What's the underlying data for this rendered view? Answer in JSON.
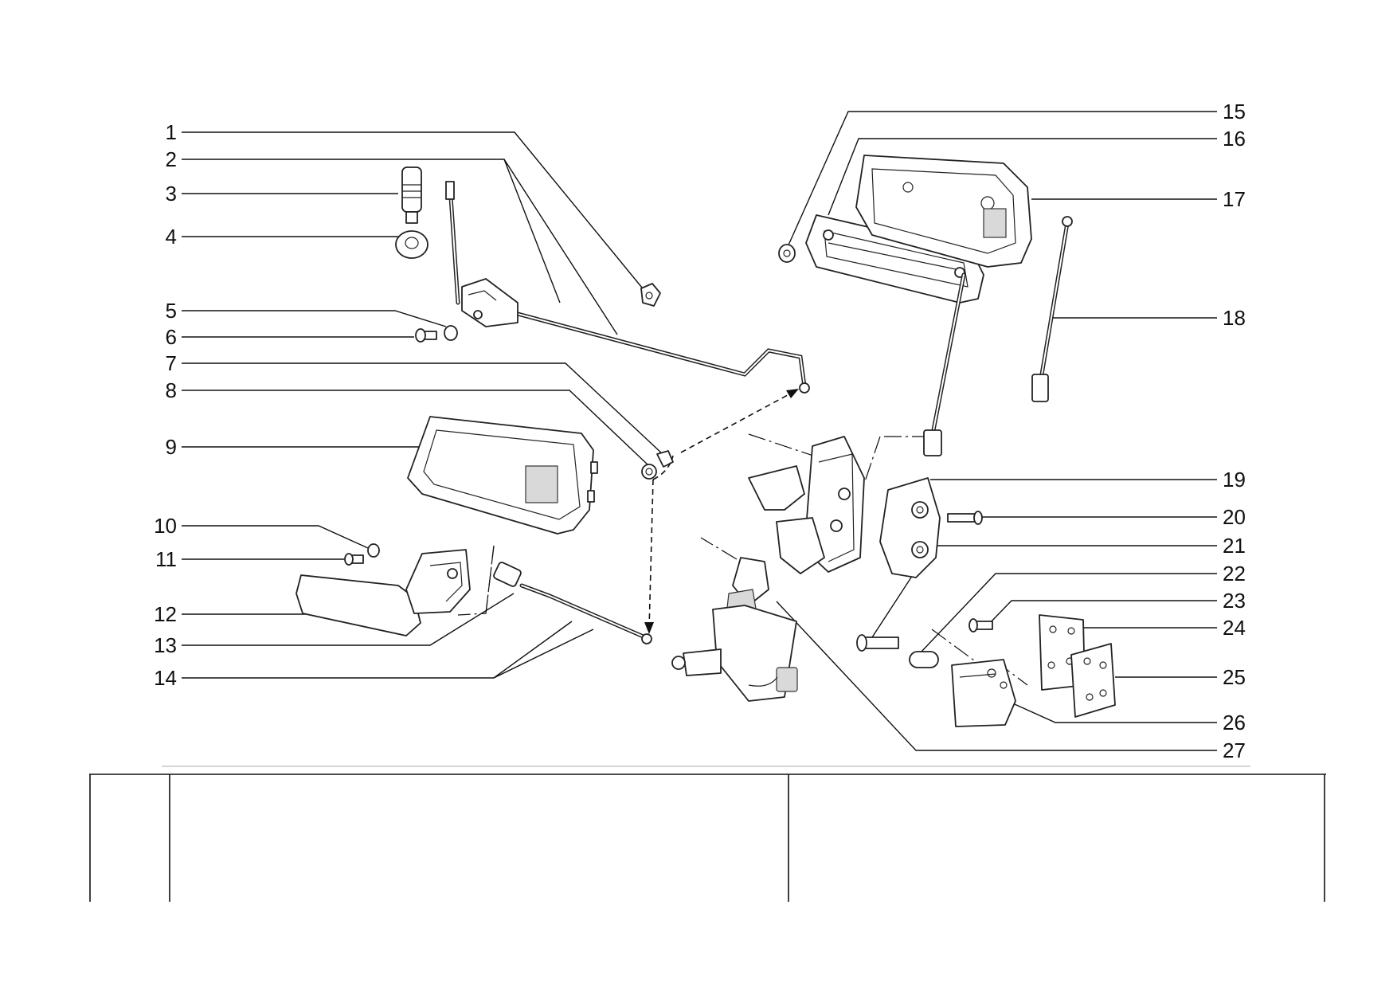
{
  "callouts": [
    {
      "id": "c1",
      "label": "1"
    },
    {
      "id": "c2",
      "label": "2"
    },
    {
      "id": "c3",
      "label": "3"
    },
    {
      "id": "c4",
      "label": "4"
    },
    {
      "id": "c5",
      "label": "5"
    },
    {
      "id": "c6",
      "label": "6"
    },
    {
      "id": "c7",
      "label": "7"
    },
    {
      "id": "c8",
      "label": "8"
    },
    {
      "id": "c9",
      "label": "9"
    },
    {
      "id": "c10",
      "label": "10"
    },
    {
      "id": "c11",
      "label": "11"
    },
    {
      "id": "c12",
      "label": "12"
    },
    {
      "id": "c13",
      "label": "13"
    },
    {
      "id": "c14",
      "label": "14"
    },
    {
      "id": "c15",
      "label": "15"
    },
    {
      "id": "c16",
      "label": "16"
    },
    {
      "id": "c17",
      "label": "17"
    },
    {
      "id": "c18",
      "label": "18"
    },
    {
      "id": "c19",
      "label": "19"
    },
    {
      "id": "c20",
      "label": "20"
    },
    {
      "id": "c21",
      "label": "21"
    },
    {
      "id": "c22",
      "label": "22"
    },
    {
      "id": "c23",
      "label": "23"
    },
    {
      "id": "c24",
      "label": "24"
    },
    {
      "id": "c25",
      "label": "25"
    },
    {
      "id": "c26",
      "label": "26"
    },
    {
      "id": "c27",
      "label": "27"
    }
  ],
  "title_block": {
    "cells": [
      "",
      "",
      ""
    ]
  }
}
